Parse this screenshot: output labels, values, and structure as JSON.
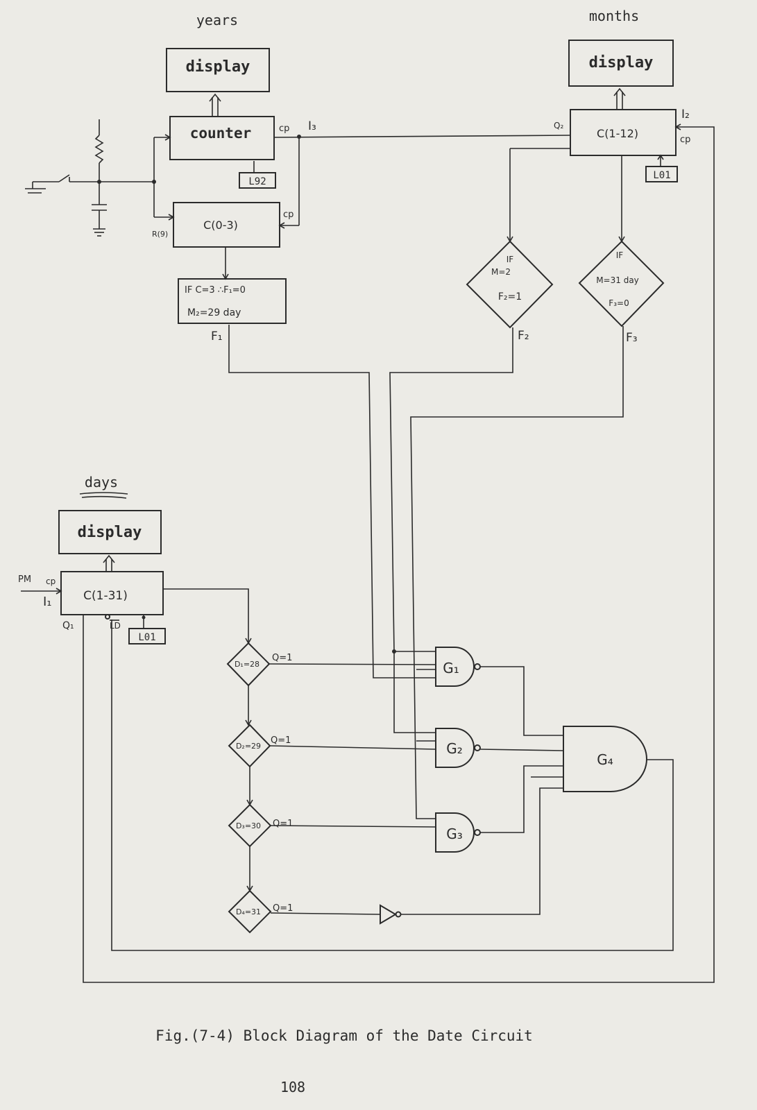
{
  "sections": {
    "years": "years",
    "months": "months",
    "days": "days"
  },
  "blocks": {
    "years_display": "display",
    "months_display": "display",
    "days_display": "display",
    "counter": "counter",
    "counter_load": "L92",
    "c03": "C(0-3)",
    "c112": "C(1-12)",
    "c112_load": "L01",
    "c131": "C(1-31)",
    "c131_load": "L01",
    "leap_line1": "IF C=3 ∴F₁=0",
    "leap_line2": "M₂=29 day"
  },
  "diamonds": {
    "month2_if": "IF",
    "month2_cond": "M=2",
    "month2_out": "F₂=1",
    "month31_if": "IF",
    "month31_cond": "M=31 day",
    "month31_out": "F₃=0",
    "d1": "D₁=28",
    "d2": "D₂=29",
    "d3": "D₃=30",
    "d4": "D₄=31"
  },
  "labels": {
    "cp_counter": "cp",
    "i3": "I₃",
    "cp_c03": "cp",
    "r9": "R(9)",
    "f1": "F₁",
    "f2": "F₂",
    "f3": "F₃",
    "q2": "Q₂",
    "i2": "I₂",
    "cp_c112": "cp",
    "pm": "PM",
    "cp_c131": "cp",
    "i1": "I₁",
    "q1": "Q₁",
    "ld": "LD",
    "q_eq_1_a": "Q=1",
    "q_eq_1_b": "Q=1",
    "q_eq_1_c": "Q=1",
    "q_eq_1_d": "Q=1"
  },
  "gates": {
    "g1": "G₁",
    "g2": "G₂",
    "g3": "G₃",
    "g4": "G₄"
  },
  "caption": "Fig.(7-4) Block Diagram of the Date Circuit",
  "page_number": "108"
}
